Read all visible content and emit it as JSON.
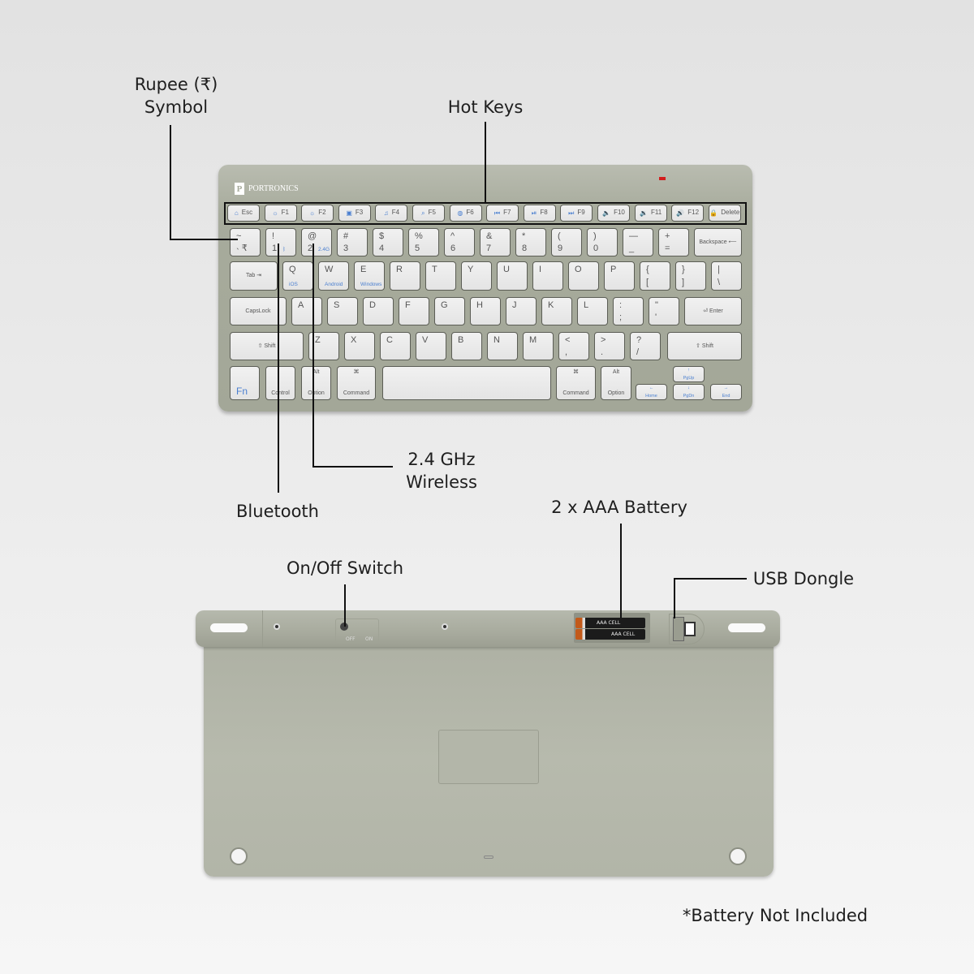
{
  "callouts": {
    "rupee_line1": "Rupee (₹)",
    "rupee_line2": "Symbol",
    "hot_keys": "Hot Keys",
    "wireless_line1": "2.4 GHz",
    "wireless_line2": "Wireless",
    "bluetooth": "Bluetooth",
    "battery": "2 x AAA Battery",
    "switch": "On/Off Switch",
    "dongle": "USB Dongle",
    "note": "*Battery Not Included"
  },
  "keyboard": {
    "brand": "PORTRONICS",
    "brand_mark": "P",
    "accent": "#4a7fd0",
    "led_color": "#d21d1d",
    "frow": [
      [
        "⌂",
        "Esc"
      ],
      [
        "☼",
        "F1"
      ],
      [
        "☼",
        "F2"
      ],
      [
        "▣",
        "F3"
      ],
      [
        "♫",
        "F4"
      ],
      [
        "⌕",
        "F5"
      ],
      [
        "◍",
        "F6"
      ],
      [
        "⏮",
        "F7"
      ],
      [
        "⏯",
        "F8"
      ],
      [
        "⏭",
        "F9"
      ],
      [
        "🔈",
        "F10"
      ],
      [
        "🔉",
        "F11"
      ],
      [
        "🔊",
        "F12"
      ],
      [
        "🔒",
        "Delete"
      ]
    ],
    "row1": [
      [
        "~",
        "˴ ₹"
      ],
      [
        "!",
        "1"
      ],
      [
        "@",
        "2"
      ],
      [
        "#",
        "3"
      ],
      [
        "$",
        "4"
      ],
      [
        "%",
        "5"
      ],
      [
        "^",
        "6"
      ],
      [
        "&",
        "7"
      ],
      [
        "*",
        "8"
      ],
      [
        "(",
        "9"
      ],
      [
        ")",
        "0"
      ],
      [
        "—",
        "_"
      ],
      [
        "+",
        "="
      ],
      [
        "",
        "Backspace ⟵"
      ]
    ],
    "row1_sub": {
      "1": "ᛒ",
      "2": "2.4G"
    },
    "row2": [
      [
        "",
        "Tab ⇥"
      ],
      [
        "Q",
        "iOS"
      ],
      [
        "W",
        "Android"
      ],
      [
        "E",
        "Windows"
      ],
      [
        "R",
        ""
      ],
      [
        "T",
        ""
      ],
      [
        "Y",
        ""
      ],
      [
        "U",
        ""
      ],
      [
        "I",
        ""
      ],
      [
        "O",
        ""
      ],
      [
        "P",
        ""
      ],
      [
        "{",
        "["
      ],
      [
        "}",
        "]"
      ],
      [
        "|",
        "\\"
      ]
    ],
    "row3": [
      [
        "",
        "CapsLock"
      ],
      [
        "A",
        ""
      ],
      [
        "S",
        ""
      ],
      [
        "D",
        ""
      ],
      [
        "F",
        ""
      ],
      [
        "G",
        ""
      ],
      [
        "H",
        ""
      ],
      [
        "J",
        ""
      ],
      [
        "K",
        ""
      ],
      [
        "L",
        ""
      ],
      [
        ":",
        ";"
      ],
      [
        "\"",
        "'"
      ],
      [
        "",
        "⏎ Enter"
      ]
    ],
    "row4": [
      [
        "",
        "⇧ Shift"
      ],
      [
        "Z",
        ""
      ],
      [
        "X",
        ""
      ],
      [
        "C",
        ""
      ],
      [
        "V",
        ""
      ],
      [
        "B",
        ""
      ],
      [
        "N",
        ""
      ],
      [
        "M",
        ""
      ],
      [
        "<",
        ","
      ],
      [
        ">",
        "."
      ],
      [
        "?",
        "/"
      ],
      [
        "",
        "⇧ Shift"
      ]
    ],
    "row5": [
      [
        "",
        "Fn"
      ],
      [
        "",
        "Control"
      ],
      [
        "Alt",
        "Option"
      ],
      [
        "⌘",
        "Command"
      ],
      [
        "",
        ""
      ],
      [
        "⌘",
        "Command"
      ],
      [
        "Alt",
        "Option"
      ],
      [
        "←",
        "Home"
      ],
      [
        "↑",
        "PgUp"
      ],
      [
        "↓",
        "PgDn"
      ],
      [
        "→",
        "End"
      ]
    ]
  },
  "underside": {
    "battery_label": "AAA CELL",
    "switch_labels": [
      "OFF",
      "ON"
    ]
  }
}
